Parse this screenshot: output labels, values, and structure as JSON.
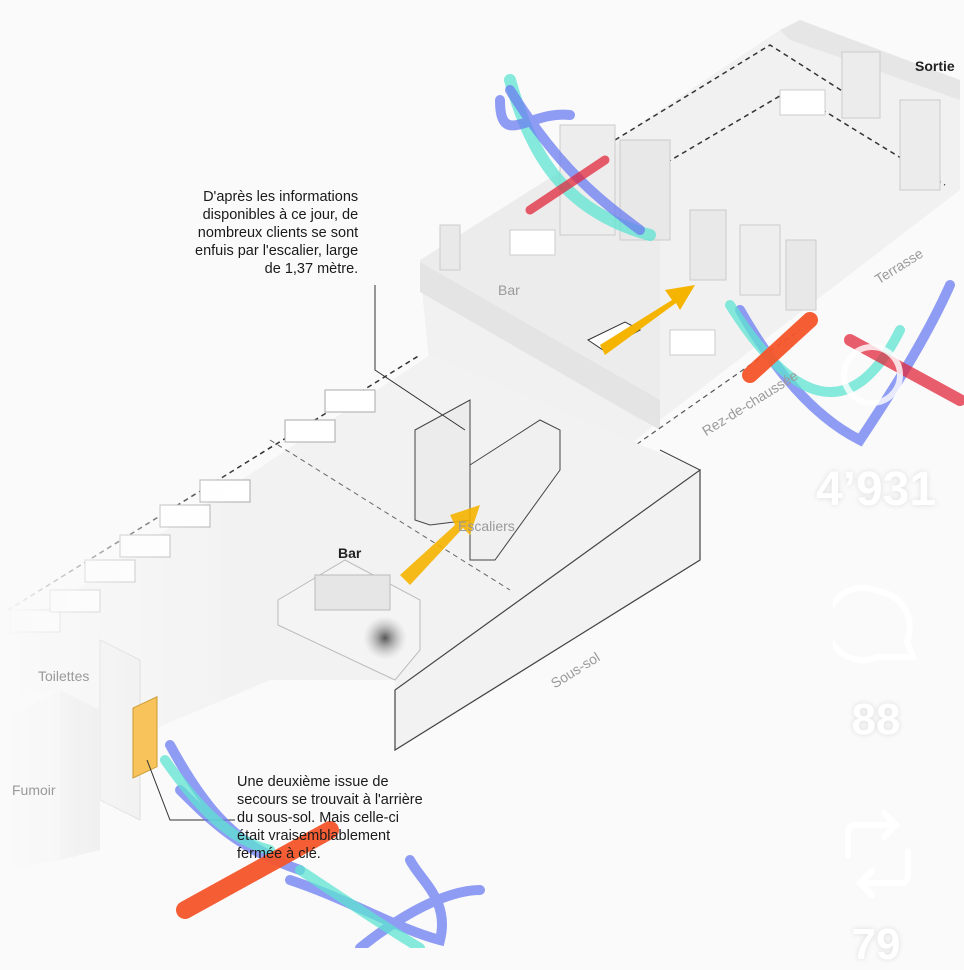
{
  "labels": {
    "sortie": "Sortie",
    "bar_top": "Bar",
    "terrasse": "Terrasse",
    "rez": "Rez-de-chaussée",
    "escaliers": "Escaliers",
    "bar_main": "Bar",
    "toilettes": "Toilettes",
    "fumoir": "Fumoir",
    "sous_sol": "Sous-sol"
  },
  "notes": {
    "stairs": [
      "D'après les informations",
      "disponibles à ce jour, de",
      "nombreux clients se sont",
      "enfuis par l'escalier, large",
      "de 1,37 mètre."
    ],
    "exit": [
      "Une deuxième issue de",
      "secours se trouvait à l'arrière",
      "du sous-sol. Mais celle-ci",
      "était vraisemblablement",
      "fermée à clé."
    ]
  },
  "social": {
    "likes": "4’931",
    "comments": "88",
    "reposts": "79"
  },
  "colors": {
    "arrow": "#f5b400",
    "door": "#f7c35a",
    "scribble_blue": "#6b7cf0",
    "scribble_cyan": "#5ee3d2",
    "scribble_red": "#e2283c",
    "scribble_orange": "#f4552a"
  }
}
